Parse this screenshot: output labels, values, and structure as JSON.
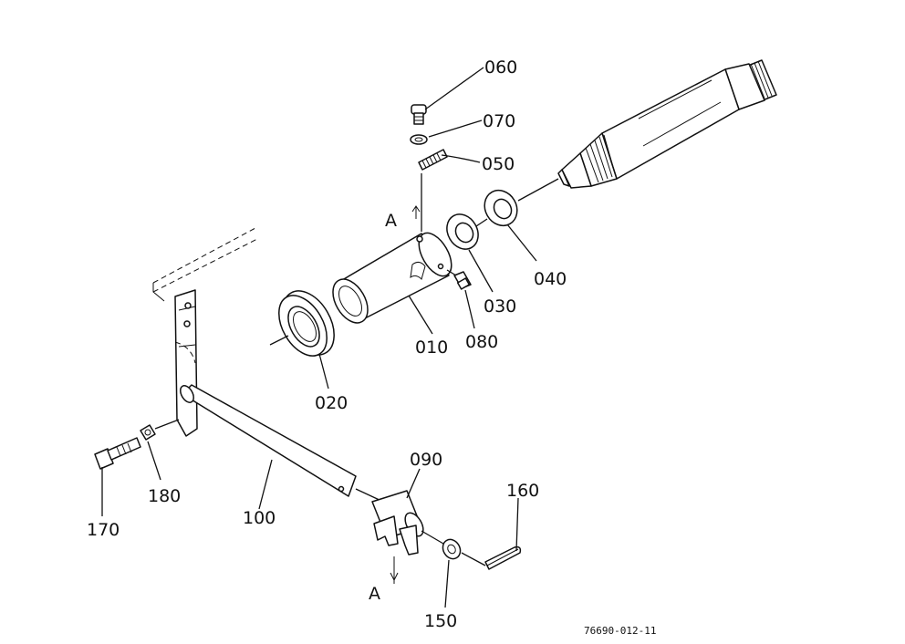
{
  "diagram": {
    "drawing_number": "76690-012-11",
    "labels": {
      "p060": "060",
      "p070": "070",
      "p050": "050",
      "p040": "040",
      "p030": "030",
      "p010": "010",
      "p080": "080",
      "p020": "020",
      "p090": "090",
      "p160": "160",
      "p180": "180",
      "p170": "170",
      "p100": "100",
      "p150": "150"
    },
    "ref_marks": {
      "top": "A",
      "bottom": "A"
    }
  }
}
